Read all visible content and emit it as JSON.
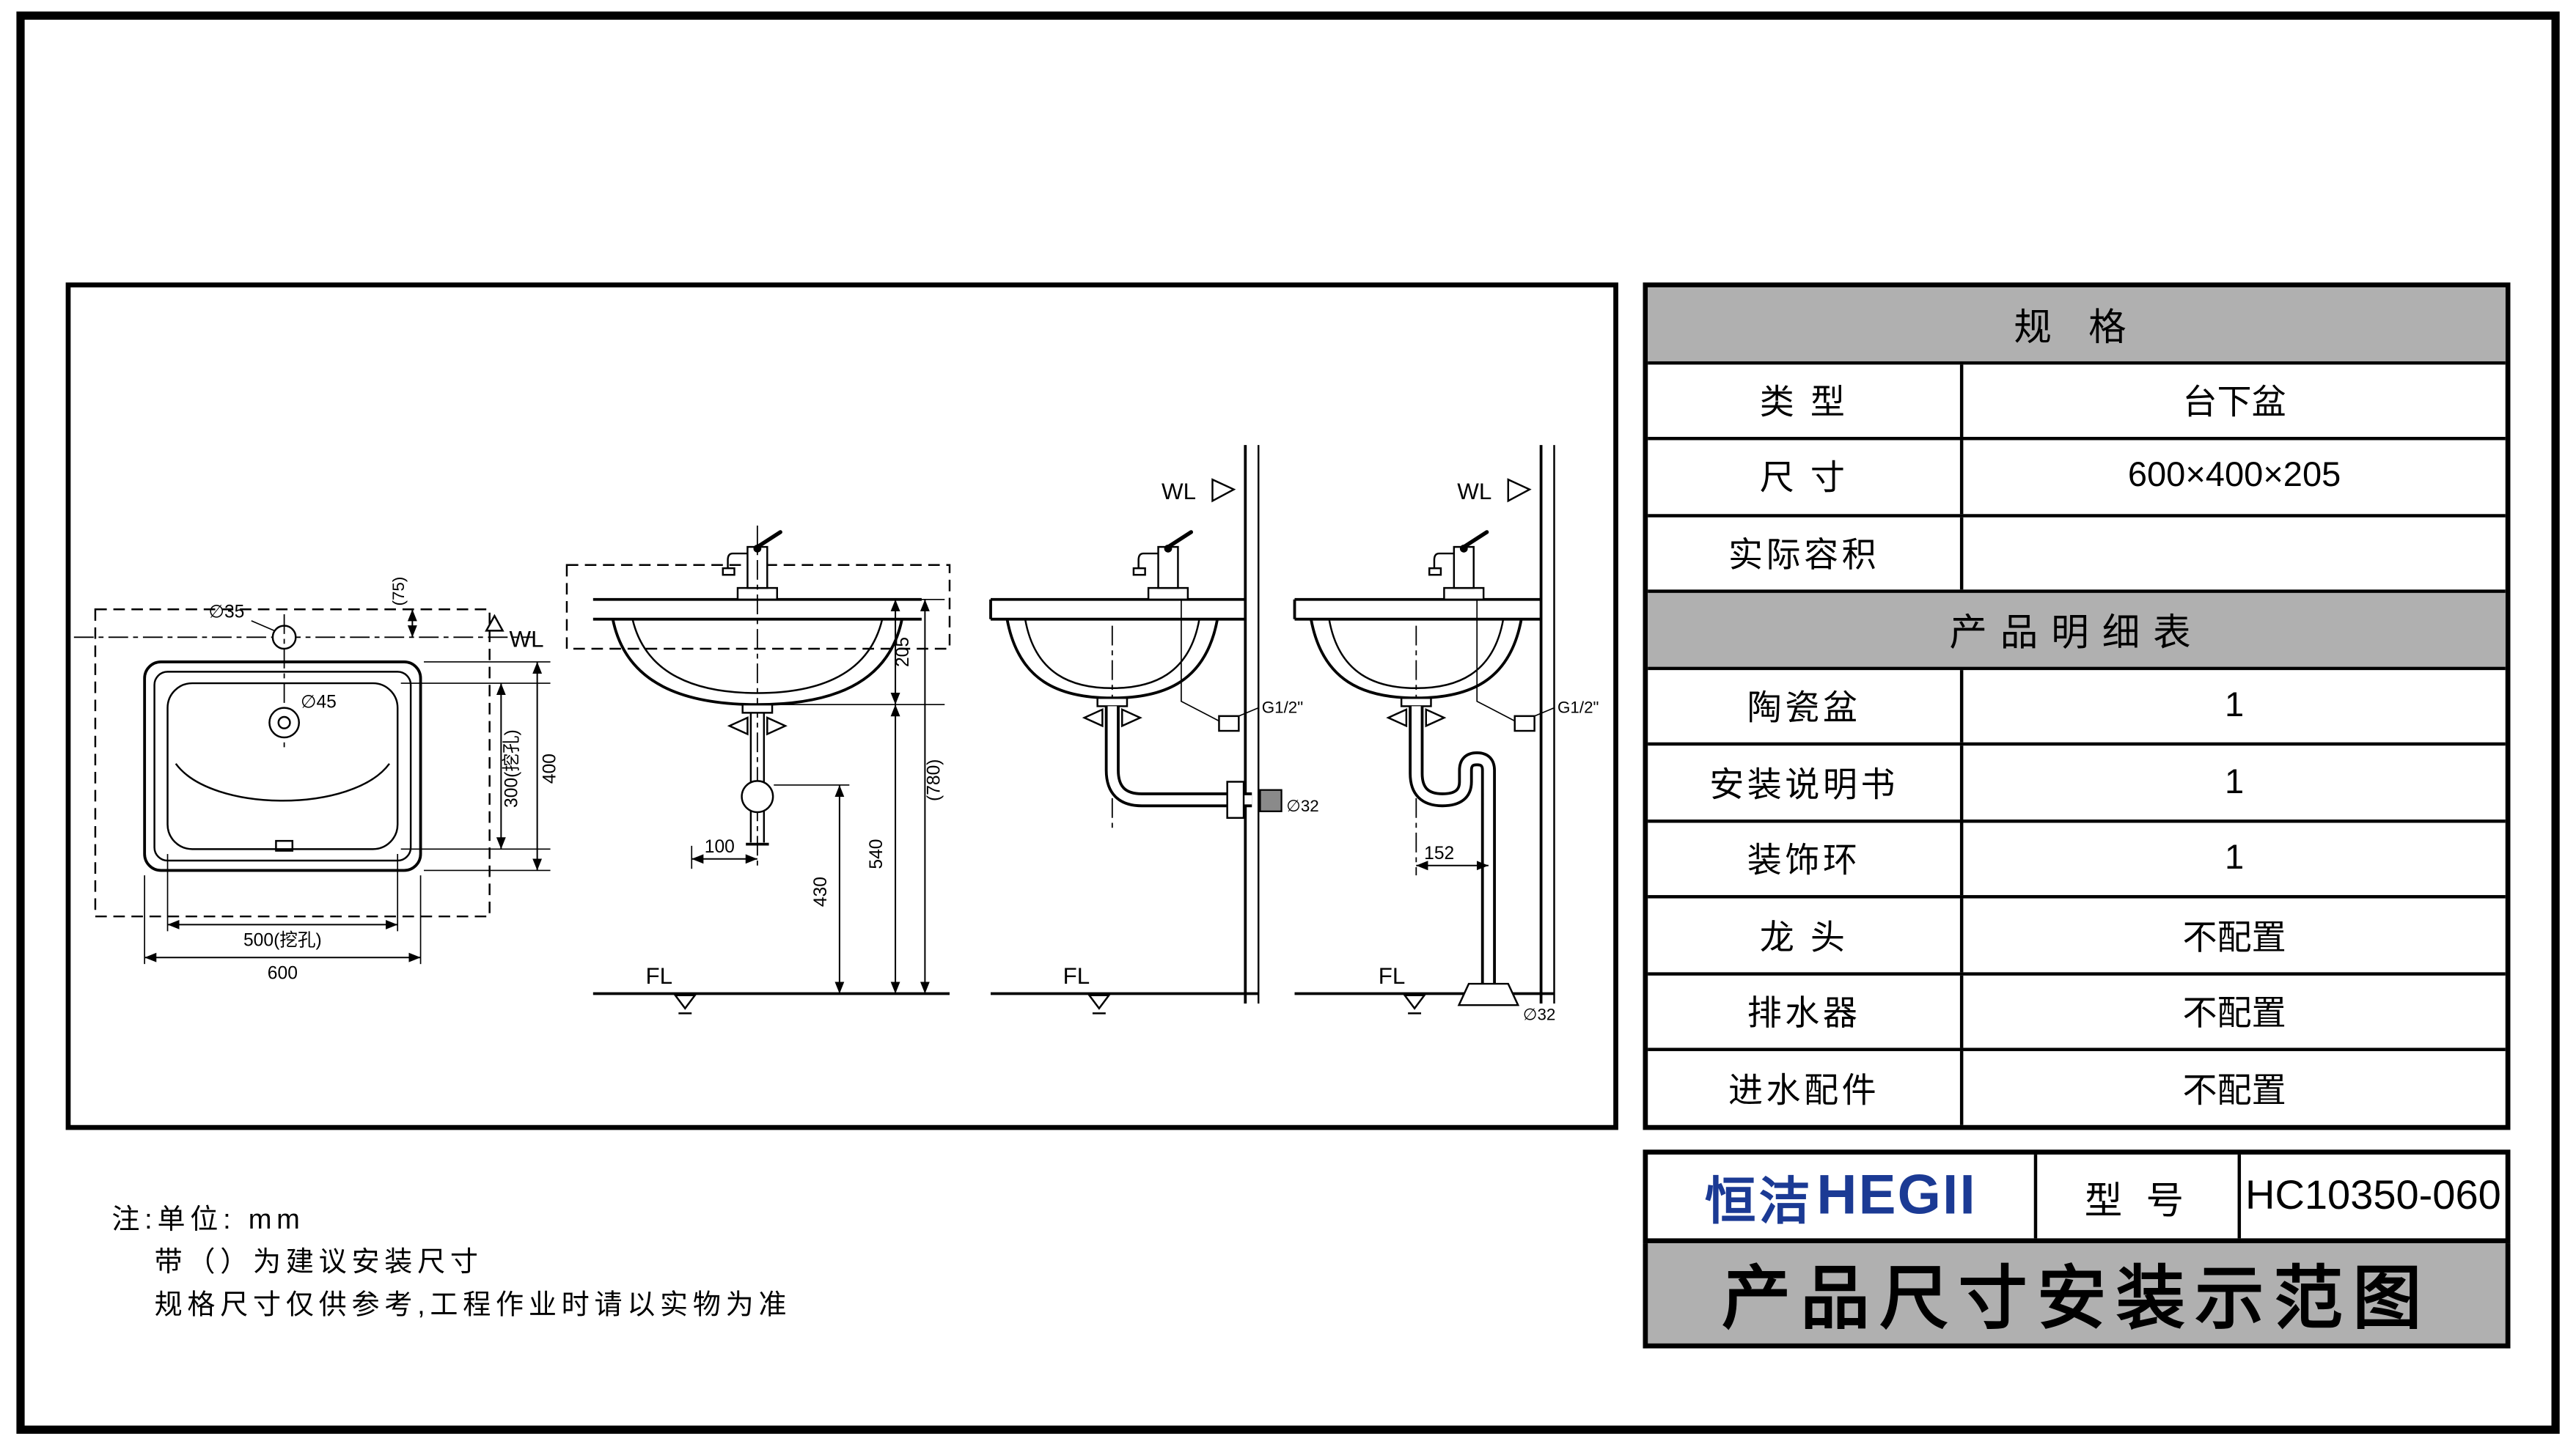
{
  "colors": {
    "line": "#000000",
    "header_gray": "#b0b0b0",
    "banner_gray": "#b0b0b0",
    "brand_blue": "#1b3a94",
    "outlet_gray": "#8a8a8a"
  },
  "drawing": {
    "top_view": {
      "wl_label": "WL",
      "dia35_label": "∅35",
      "dia45_label": "∅45",
      "dim_75": "(75)",
      "dim_300": "300(挖孔)",
      "dim_400": "400",
      "dim_500": "500(挖孔)",
      "dim_600": "600"
    },
    "front_view": {
      "dim_100": "100",
      "dim_205": "205",
      "dim_540": "540",
      "dim_780": "(780)",
      "dim_430": "430",
      "fl_label": "FL"
    },
    "wall_drain_view": {
      "wl_label": "WL",
      "g12_label": "G1/2\"",
      "dia32_label": "∅32",
      "fl_label": "FL"
    },
    "floor_drain_view": {
      "wl_label": "WL",
      "g12_label": "G1/2\"",
      "dia32_label": "∅32",
      "dim_152": "152",
      "fl_label": "FL"
    }
  },
  "notes": {
    "line1": "注:单位: mm",
    "line2": "带（）为建议安装尺寸",
    "line3": "规格尺寸仅供参考,工程作业时请以实物为准"
  },
  "spec_table": {
    "header": "规  格",
    "rows": [
      {
        "label": "类 型",
        "value": "台下盆"
      },
      {
        "label": "尺 寸",
        "value": "600×400×205"
      },
      {
        "label": "实际容积",
        "value": ""
      }
    ],
    "detail_header": "产品明细表",
    "detail_rows": [
      {
        "label": "陶瓷盆",
        "value": "1"
      },
      {
        "label": "安装说明书",
        "value": "1"
      },
      {
        "label": "装饰环",
        "value": "1"
      },
      {
        "label": "龙 头",
        "value": "不配置"
      },
      {
        "label": "排水器",
        "value": "不配置"
      },
      {
        "label": "进水配件",
        "value": "不配置"
      }
    ]
  },
  "title_block": {
    "brand_cn": "恒洁",
    "brand_en": "HEGII",
    "model_label": "型 号",
    "model_value": "HC10350-060",
    "banner": "产品尺寸安装示范图"
  }
}
